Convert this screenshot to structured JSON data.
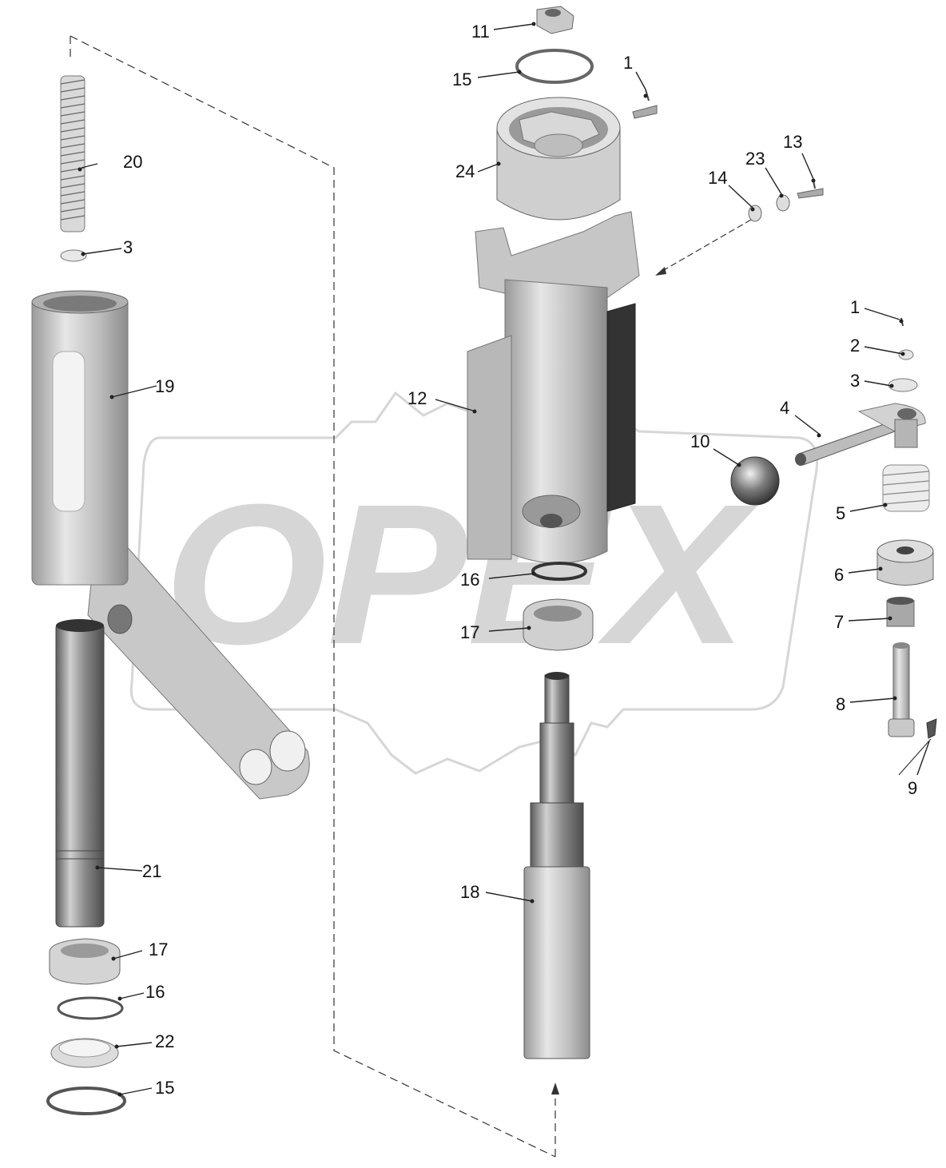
{
  "watermark": {
    "text": "OPEX",
    "color": "#d6d6d6"
  },
  "colors": {
    "part_fill": "#c9c9c9",
    "part_dark": "#8a8a8a",
    "part_light": "#ececec",
    "line": "#222222"
  },
  "parts": [
    {
      "id": "1",
      "label": "1"
    },
    {
      "id": "1b",
      "label": "1"
    },
    {
      "id": "2",
      "label": "2"
    },
    {
      "id": "3",
      "label": "3"
    },
    {
      "id": "3b",
      "label": "3"
    },
    {
      "id": "4",
      "label": "4"
    },
    {
      "id": "5",
      "label": "5"
    },
    {
      "id": "6",
      "label": "6"
    },
    {
      "id": "7",
      "label": "7"
    },
    {
      "id": "8",
      "label": "8"
    },
    {
      "id": "9",
      "label": "9"
    },
    {
      "id": "10",
      "label": "10"
    },
    {
      "id": "11",
      "label": "11"
    },
    {
      "id": "12",
      "label": "12"
    },
    {
      "id": "13",
      "label": "13"
    },
    {
      "id": "14",
      "label": "14"
    },
    {
      "id": "15",
      "label": "15"
    },
    {
      "id": "15b",
      "label": "15"
    },
    {
      "id": "16",
      "label": "16"
    },
    {
      "id": "16b",
      "label": "16"
    },
    {
      "id": "17",
      "label": "17"
    },
    {
      "id": "17b",
      "label": "17"
    },
    {
      "id": "18",
      "label": "18"
    },
    {
      "id": "19",
      "label": "19"
    },
    {
      "id": "20",
      "label": "20"
    },
    {
      "id": "21",
      "label": "21"
    },
    {
      "id": "22",
      "label": "22"
    },
    {
      "id": "23",
      "label": "23"
    },
    {
      "id": "24",
      "label": "24"
    }
  ]
}
